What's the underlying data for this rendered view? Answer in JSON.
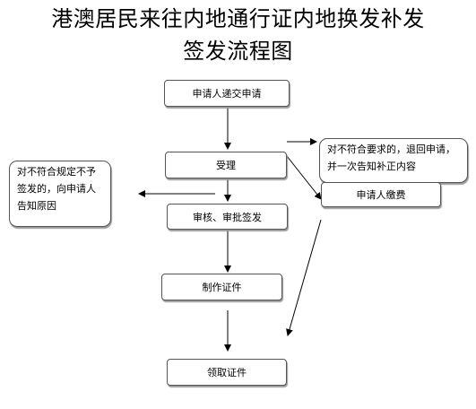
{
  "title": {
    "line1": "港澳居民来往内地通行证内地换发补发",
    "line2": "签发流程图"
  },
  "nodes": {
    "apply": "申请人递交申请",
    "accept": "受理",
    "review": "审核、审批签发",
    "produce": "制作证件",
    "collect": "领取证件",
    "pay": "申请人缴费"
  },
  "notes": {
    "nonconform_requirements": "对不符合要求的，退回申请，并一次告知补正内容",
    "nonconform_rules": "对不符合规定不予签发的，向申请人告知原因"
  },
  "colors": {
    "line": "#000000",
    "border": "#555555",
    "shadow": "#9a9a9a"
  }
}
